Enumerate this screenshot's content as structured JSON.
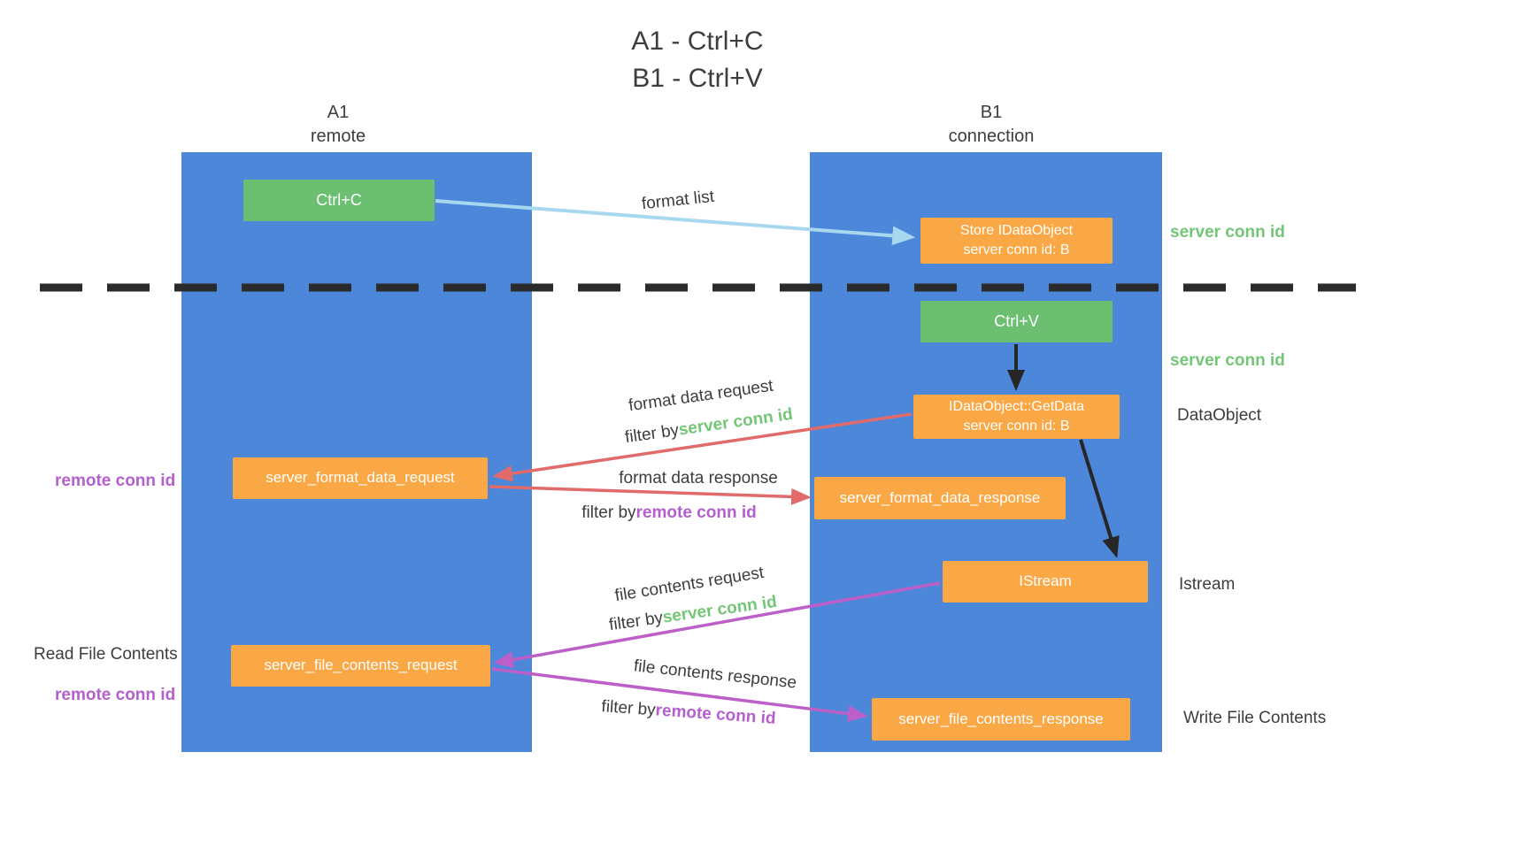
{
  "title": {
    "line1": "A1 - Ctrl+C",
    "line2": "B1 - Ctrl+V"
  },
  "lanes": {
    "left": {
      "title": "A1",
      "subtitle": "remote"
    },
    "right": {
      "title": "B1",
      "subtitle": "connection"
    }
  },
  "nodes": {
    "ctrl_c": {
      "label": "Ctrl+C"
    },
    "store_idataobject": {
      "line1": "Store IDataObject",
      "line2": "server conn id: B"
    },
    "ctrl_v": {
      "label": "Ctrl+V"
    },
    "getdata": {
      "line1": "IDataObject::GetData",
      "line2": "server conn id: B"
    },
    "server_format_data_request": {
      "label": "server_format_data_request"
    },
    "server_format_data_response": {
      "label": "server_format_data_response"
    },
    "istream": {
      "label": "IStream"
    },
    "server_file_contents_request": {
      "label": "server_file_contents_request"
    },
    "server_file_contents_response": {
      "label": "server_file_contents_response"
    }
  },
  "side_labels": {
    "server_conn_id_top": "server conn id",
    "server_conn_id_middle": "server conn id",
    "dataobject": "DataObject",
    "istream": "Istream",
    "write_file_contents": "Write File Contents",
    "remote_conn_id_top": "remote conn id",
    "read_file_contents": "Read File Contents",
    "remote_conn_id_bottom": "remote conn id"
  },
  "edges": {
    "format_list": {
      "label": "format list"
    },
    "format_data_request": {
      "label": "format data request",
      "filter_prefix": "filter by",
      "filter_key": "server conn id"
    },
    "format_data_response": {
      "label": "format data response",
      "filter_prefix": "filter by",
      "filter_key": "remote conn id"
    },
    "file_contents_request": {
      "label": "file contents request",
      "filter_prefix": "filter by",
      "filter_key": "server conn id"
    },
    "file_contents_response": {
      "label": "file contents response",
      "filter_prefix": "filter by",
      "filter_key": "remote conn id"
    }
  },
  "colors": {
    "lane_blue": "#4d87d9",
    "green_box": "#6cbf70",
    "orange_box": "#f9a845",
    "green_text": "#74c677",
    "purple_text": "#b55fce",
    "red_arrow": "#e16a6a",
    "purple_arrow": "#bd5fc8",
    "light_blue_arrow": "#a8d8f0",
    "dash_color": "#2b2b2b",
    "text_dark": "#3d3d3d",
    "node_text": "#ffffff"
  }
}
